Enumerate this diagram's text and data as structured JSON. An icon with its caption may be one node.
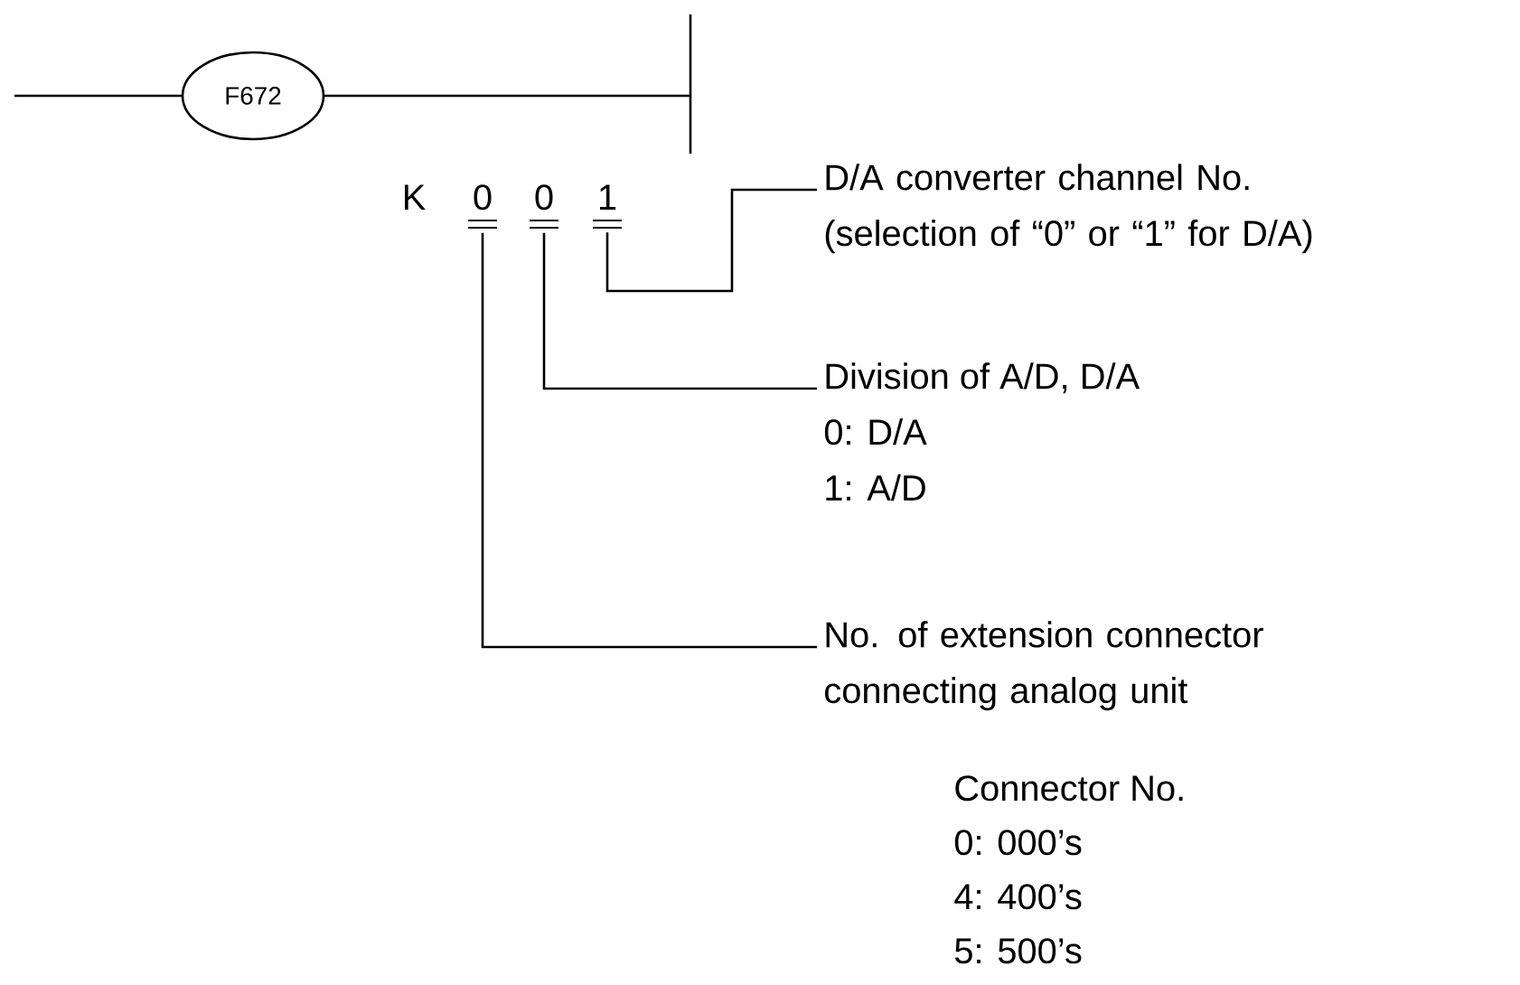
{
  "diagram": {
    "nodes": [
      {
        "text": [
          "F672"
        ]
      },
      {
        "text": [
          "0"
        ]
      },
      {
        "text": [
          "0"
        ]
      },
      {
        "text": [
          "1"
        ]
      },
      {
        "text": [
          "D/A converter channel No. (selection of “0” or “1” for D/A)"
        ]
      },
      {
        "text": [
          "Division of A/D, D/A",
          "0: D/A",
          "1: A/D"
        ]
      },
      {
        "text": [
          "No. of extension connector connecting analog unit"
        ]
      }
    ],
    "edges": [
      {
        "from": 3,
        "to": 4,
        "arrow": "none"
      },
      {
        "from": 2,
        "to": 5,
        "arrow": "none"
      },
      {
        "from": 1,
        "to": 6,
        "arrow": "none"
      }
    ],
    "labels": [
      "K",
      "Connector No.",
      "0: 000’s",
      "4: 400’s",
      "5: 500’s"
    ]
  }
}
